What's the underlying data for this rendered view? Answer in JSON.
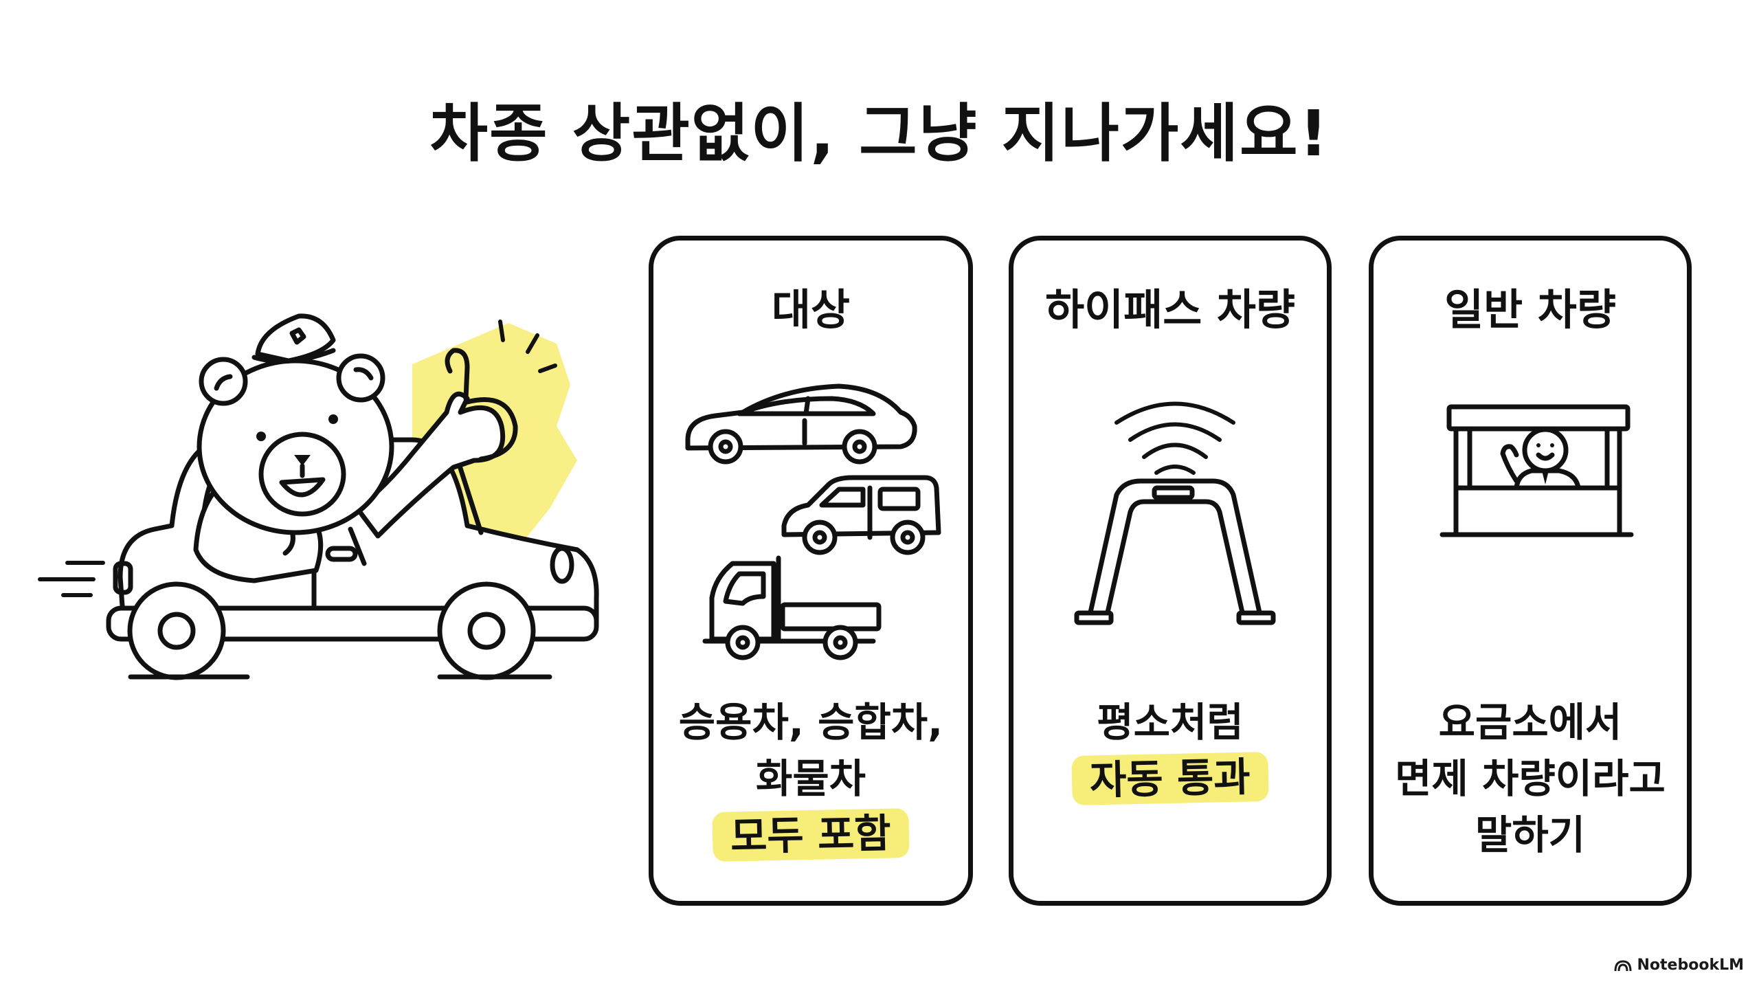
{
  "title": "차종 상관없이, 그냥 지나가세요!",
  "colors": {
    "highlight": "#f7ee7a",
    "stroke": "#111111",
    "background": "#ffffff"
  },
  "hero": {
    "illustration": "bear-driver-thumbs-up",
    "icons": [
      "bear-icon",
      "police-cap-icon",
      "car-icon",
      "thumbs-up-icon",
      "speed-lines-icon"
    ]
  },
  "cards": [
    {
      "heading": "대상",
      "illustration": "vehicles-sedan-van-truck",
      "body_lines": [
        "승용차, 승합차,",
        "화물차"
      ],
      "highlight": "모두 포함"
    },
    {
      "heading": "하이패스 차량",
      "illustration": "hipass-gantry-wireless",
      "body_lines": [
        "평소처럼"
      ],
      "highlight": "자동 통과"
    },
    {
      "heading": "일반 차량",
      "illustration": "tollbooth-attendant",
      "body_lines": [
        "요금소에서",
        "면제 차량이라고",
        "말하기"
      ],
      "highlight": ""
    }
  ],
  "brand": {
    "label": "NotebookLM",
    "icon": "notebooklm-logo-icon"
  }
}
